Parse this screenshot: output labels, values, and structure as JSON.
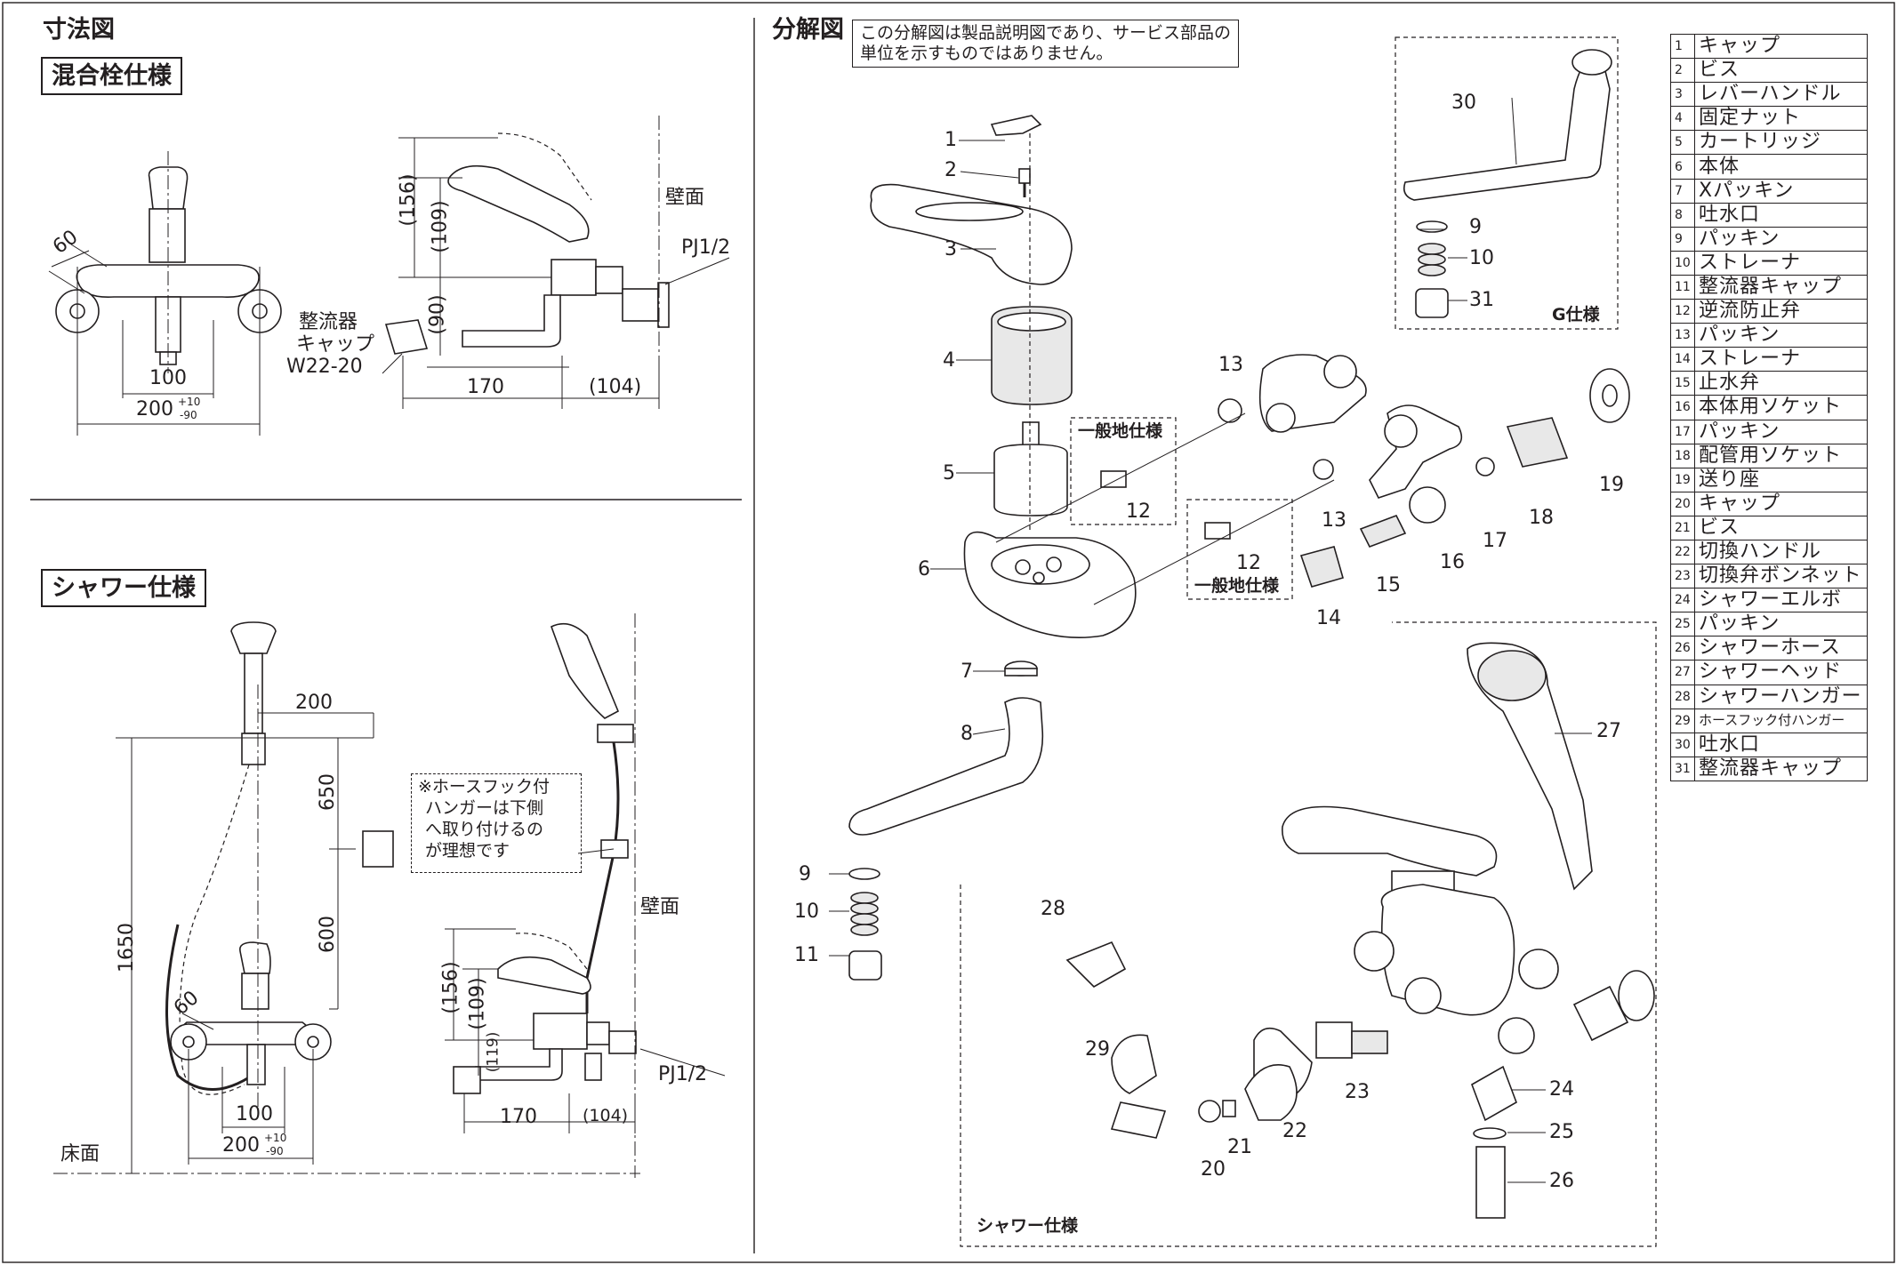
{
  "dimension": {
    "heading": "寸法図",
    "mixer_title": "混合栓仕様",
    "shower_title": "シャワー仕様",
    "mixer": {
      "d60": "60",
      "d100": "100",
      "d200": "200",
      "tol_plus": "+10",
      "tol_minus": "-90",
      "d156": "(156)",
      "d109": "(109)",
      "d90": "(90)",
      "d170": "170",
      "d104": "(104)",
      "wall": "壁面",
      "pj": "PJ1/2",
      "aerator": [
        "整流器",
        "キャップ",
        "W22-20"
      ]
    },
    "shower": {
      "d200top": "200",
      "d650": "650",
      "d600": "600",
      "d1650": "1650",
      "d60": "60",
      "d100": "100",
      "d200": "200",
      "tol_plus": "+10",
      "tol_minus": "-90",
      "d156": "(156)",
      "d109": "(109)",
      "d119": "(119)",
      "d170": "170",
      "d104": "(104)",
      "wall": "壁面",
      "floor": "床面",
      "pj": "PJ1/2",
      "note": [
        "※ホースフック付",
        "ハンガーは下側",
        "へ取り付けるの",
        "が理想です"
      ]
    }
  },
  "exploded": {
    "heading": "分解図",
    "note": [
      "この分解図は製品説明図であり、サービス部品の",
      "単位を示すものではありません。"
    ],
    "g_spec": "G仕様",
    "general_spec": "一般地仕様",
    "shower_spec": "シャワー仕様",
    "callouts": [
      "1",
      "2",
      "3",
      "4",
      "5",
      "6",
      "7",
      "8",
      "9",
      "10",
      "11",
      "12",
      "13",
      "12",
      "13",
      "14",
      "15",
      "16",
      "17",
      "18",
      "19",
      "30",
      "9",
      "10",
      "31",
      "27",
      "28",
      "29",
      "20",
      "21",
      "22",
      "23",
      "24",
      "25",
      "26"
    ]
  },
  "parts": [
    {
      "no": "1",
      "name": "キャップ"
    },
    {
      "no": "2",
      "name": "ビス"
    },
    {
      "no": "3",
      "name": "レバーハンドル"
    },
    {
      "no": "4",
      "name": "固定ナット"
    },
    {
      "no": "5",
      "name": "カートリッジ"
    },
    {
      "no": "6",
      "name": "本体"
    },
    {
      "no": "7",
      "name": "Xパッキン"
    },
    {
      "no": "8",
      "name": "吐水口"
    },
    {
      "no": "9",
      "name": "パッキン"
    },
    {
      "no": "10",
      "name": "ストレーナ"
    },
    {
      "no": "11",
      "name": "整流器キャップ"
    },
    {
      "no": "12",
      "name": "逆流防止弁"
    },
    {
      "no": "13",
      "name": "パッキン"
    },
    {
      "no": "14",
      "name": "ストレーナ"
    },
    {
      "no": "15",
      "name": "止水弁"
    },
    {
      "no": "16",
      "name": "本体用ソケット"
    },
    {
      "no": "17",
      "name": "パッキン"
    },
    {
      "no": "18",
      "name": "配管用ソケット"
    },
    {
      "no": "19",
      "name": "送り座"
    },
    {
      "no": "20",
      "name": "キャップ"
    },
    {
      "no": "21",
      "name": "ビス"
    },
    {
      "no": "22",
      "name": "切換ハンドル"
    },
    {
      "no": "23",
      "name": "切換弁ボンネット"
    },
    {
      "no": "24",
      "name": "シャワーエルボ"
    },
    {
      "no": "25",
      "name": "パッキン"
    },
    {
      "no": "26",
      "name": "シャワーホース"
    },
    {
      "no": "27",
      "name": "シャワーヘッド"
    },
    {
      "no": "28",
      "name": "シャワーハンガー"
    },
    {
      "no": "29",
      "name": "ホースフック付ハンガー"
    },
    {
      "no": "30",
      "name": "吐水口"
    },
    {
      "no": "31",
      "name": "整流器キャップ"
    }
  ]
}
